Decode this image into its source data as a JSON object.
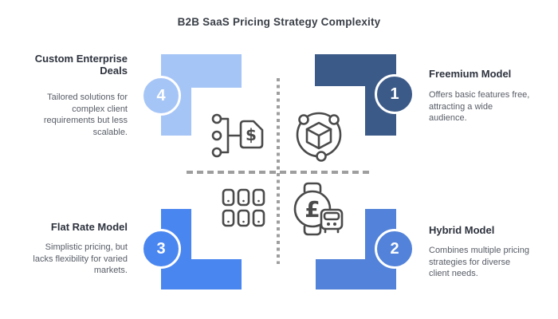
{
  "title": "B2B SaaS Pricing Strategy Complexity",
  "colors": {
    "step1_fill": "#3c5a88",
    "step2_fill": "#5282d9",
    "step3_fill": "#4a86f0",
    "step4_fill": "#a6c5f7",
    "icon_stroke": "#4a4a4a",
    "divider": "#9e9e9e",
    "heading_text": "#2d323d",
    "body_text": "#575c66",
    "title_text": "#3a3f47",
    "number_text": "#ffffff"
  },
  "quadrants": {
    "top_left": {
      "number": "4",
      "heading_lines": [
        "Custom Enterprise",
        "Deals"
      ],
      "description_lines": [
        "Tailored solutions for",
        "complex client",
        "requirements but less",
        "scalable."
      ]
    },
    "top_right": {
      "number": "1",
      "heading_lines": [
        "Freemium Model"
      ],
      "description_lines": [
        "Offers basic features free,",
        "attracting a wide",
        "audience."
      ]
    },
    "bottom_left": {
      "number": "3",
      "heading_lines": [
        "Flat Rate Model"
      ],
      "description_lines": [
        "Simplistic pricing, but",
        "lacks flexibility for varied",
        "markets."
      ]
    },
    "bottom_right": {
      "number": "2",
      "heading_lines": [
        "Hybrid Model"
      ],
      "description_lines": [
        "Combines multiple pricing",
        "strategies for diverse",
        "client needs."
      ]
    }
  },
  "icons": {
    "top_left_center": "pricing-tiers-tag-icon",
    "top_right_center": "cube-network-icon",
    "bottom_left_center": "banknotes-grid-icon",
    "bottom_right_center": "watch-pound-icon",
    "dollar_symbol": "$",
    "pound_symbol": "£"
  }
}
